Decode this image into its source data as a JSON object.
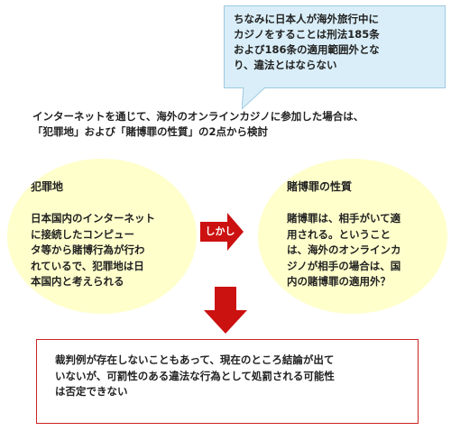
{
  "callout": {
    "lines": [
      "ちなみに日本人が海外旅行中に",
      "カジノをすることは刑法185条",
      "および186条の適用範囲外とな",
      "り、違法とはならない"
    ]
  },
  "intro": {
    "lines": [
      "インターネットを通じて、海外のオンラインカジノに参加した場合は、",
      "「犯罪地」および「賭博罪の性質」の2点から検討"
    ]
  },
  "left": {
    "title": "犯罪地",
    "lines": [
      "日本国内のインターネット",
      "に接続したコンピュー",
      "タ等から賭博行為が行わ",
      "れているで、犯罪地は日",
      "本国内と考えられる"
    ]
  },
  "arrow": {
    "label": "しかし"
  },
  "right": {
    "title": "賭博罪の性質",
    "lines": [
      "賭博罪は、相手がいて適",
      "用される。ということ",
      "は、海外のオンラインカ",
      "ジノが相手の場合は、国",
      "内の賭博罪の適用外？"
    ]
  },
  "result": {
    "lines": [
      "裁判例が存在しないこともあって、現在のところ結論が出て",
      "いないが、可罰性のある違法な行為として処罰される可能性",
      "は否定できない"
    ]
  },
  "colors": {
    "callout_fill": "#d9eef8",
    "ellipse_fill": "#ffffcc",
    "arrow_red": "#cc1111",
    "result_border": "#cc2222"
  }
}
